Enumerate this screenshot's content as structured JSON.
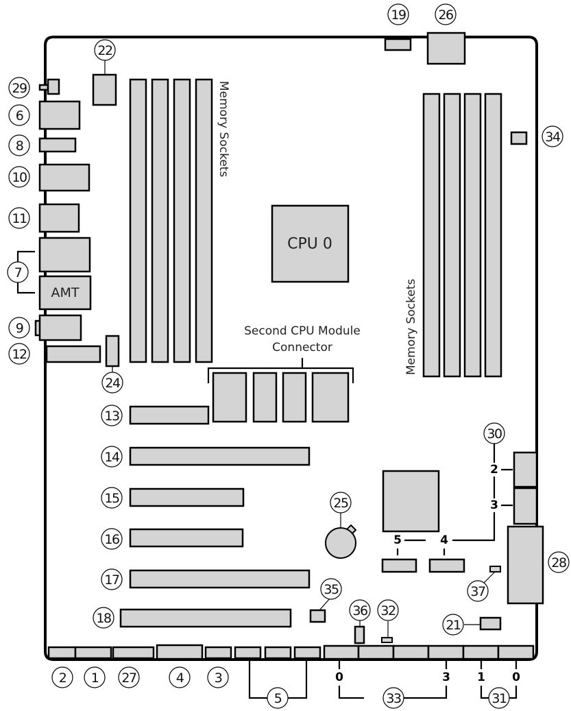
{
  "diagram": {
    "title": "System board components",
    "labels": {
      "memory_sockets_left": "Memory Sockets",
      "memory_sockets_right": "Memory Sockets",
      "cpu0": "CPU 0",
      "second_cpu_line1": "Second CPU Module",
      "second_cpu_line2": "Connector",
      "amt": "AMT"
    },
    "callouts": {
      "c1": "1",
      "c2": "2",
      "c3": "3",
      "c4": "4",
      "c5": "5",
      "c6": "6",
      "c7": "7",
      "c8": "8",
      "c9": "9",
      "c10": "10",
      "c11": "11",
      "c12": "12",
      "c13": "13",
      "c14": "14",
      "c15": "15",
      "c16": "16",
      "c17": "17",
      "c18": "18",
      "c19": "19",
      "c21": "21",
      "c22": "22",
      "c24": "24",
      "c25": "25",
      "c26": "26",
      "c27": "27",
      "c28": "28",
      "c29": "29",
      "c30": "30",
      "c31": "31",
      "c32": "32",
      "c33": "33",
      "c34": "34",
      "c35": "35",
      "c36": "36",
      "c37": "37"
    },
    "port_numbers": {
      "p30_2": "2",
      "p30_3": "3",
      "p30_4": "4",
      "p30_5": "5",
      "p33_0": "0",
      "p33_3": "3",
      "p31_1": "1",
      "p31_0": "0"
    }
  }
}
